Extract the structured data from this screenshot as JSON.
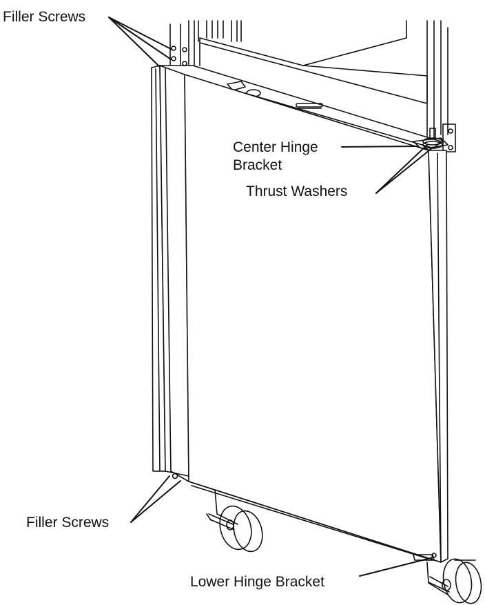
{
  "figure": {
    "callouts": {
      "filler_screws_top": "Filler Screws",
      "center_hinge_bracket_line1": "Center Hinge",
      "center_hinge_bracket_line2": "Bracket",
      "thrust_washers": "Thrust Washers",
      "filler_screws_bottom": "Filler Screws",
      "lower_hinge_bracket": "Lower Hinge Bracket"
    },
    "colors": {
      "line": "#111111",
      "panel_fill": "#ffffff",
      "background": "#ffffff"
    }
  }
}
